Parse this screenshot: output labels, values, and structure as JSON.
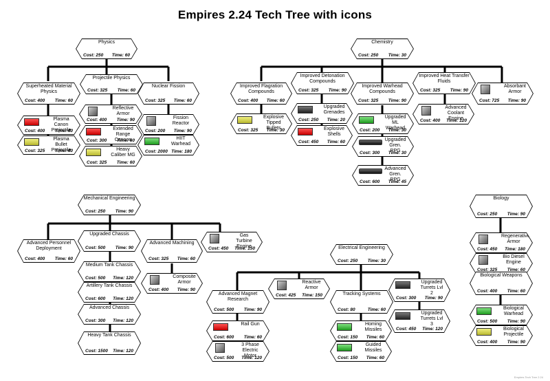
{
  "title": "Empires 2.24 Tech Tree with icons",
  "labels": {
    "cost": "Cost:",
    "time": "Time:"
  },
  "colors": {
    "red": "#dd1111",
    "yellow": "#d8d860",
    "green": "#33bb33"
  },
  "nodes": [
    {
      "id": "physics",
      "name": "Physics",
      "cost": "250",
      "time": "60"
    },
    {
      "id": "projectile-physics",
      "name": "Projectile Physics",
      "cost": "325",
      "time": "60"
    },
    {
      "id": "superheated-material-physics",
      "name": "Superheated Material Physics",
      "cost": "400",
      "time": "60"
    },
    {
      "id": "nuclear-fission",
      "name": "Nuclear Fission",
      "cost": "325",
      "time": "60"
    },
    {
      "id": "plasma-cannon-projectile",
      "name": "Plasma Canon Projectile",
      "cost": "400",
      "time": "60",
      "icon": "red"
    },
    {
      "id": "plasma-bullet-projectile",
      "name": "Plasma Bullet Projectile",
      "cost": "325",
      "time": "60",
      "icon": "yellow"
    },
    {
      "id": "reflective-armor",
      "name": "Reflective Armor",
      "cost": "400",
      "time": "90",
      "icon": "gray"
    },
    {
      "id": "extended-range-cannon",
      "name": "Extended Range Cannon",
      "cost": "300",
      "time": "60",
      "icon": "red"
    },
    {
      "id": "heavy-caliber-mg",
      "name": "Heavy Caliber MG",
      "cost": "325",
      "time": "60",
      "icon": "yellow"
    },
    {
      "id": "fission-reactor",
      "name": "Fission Reactor",
      "cost": "200",
      "time": "90",
      "icon": "gray"
    },
    {
      "id": "hiit-warhead",
      "name": "HIIT Warhead",
      "cost": "2000",
      "time": "180",
      "icon": "green"
    },
    {
      "id": "chemistry",
      "name": "Chemistry",
      "cost": "250",
      "time": "30"
    },
    {
      "id": "improved-flagration-compounds",
      "name": "Improved Flagration Compounds",
      "cost": "400",
      "time": "60"
    },
    {
      "id": "improved-detonation-compounds",
      "name": "Improved Detonation Compounds",
      "cost": "325",
      "time": "90"
    },
    {
      "id": "improved-warhead-compounds",
      "name": "Improved Warhead Compounds",
      "cost": "325",
      "time": "90"
    },
    {
      "id": "improved-heat-transfer-fluids",
      "name": "Improved Heat Transfer Fluids",
      "cost": "325",
      "time": "90"
    },
    {
      "id": "absorbant-armor",
      "name": "Absorbant Armor",
      "cost": "725",
      "time": "90",
      "icon": "gray"
    },
    {
      "id": "explosive-tipped-bullets",
      "name": "Explosive Tipped Bullets",
      "cost": "325",
      "time": "30",
      "icon": "yellow"
    },
    {
      "id": "upgraded-grenades",
      "name": "Upgraded Grenades",
      "cost": "250",
      "time": "20",
      "icon": "dark"
    },
    {
      "id": "explosive-shells",
      "name": "Explosive Shells",
      "cost": "450",
      "time": "60",
      "icon": "red"
    },
    {
      "id": "upgraded-ml-warhead",
      "name": "Upgraded ML Warhead",
      "cost": "200",
      "time": "30",
      "icon": "green"
    },
    {
      "id": "upgraded-gren-rpg",
      "name": "Upgraded Gren. RPG",
      "cost": "300",
      "time": "30",
      "icon": "launcher"
    },
    {
      "id": "advanced-gren-rpg",
      "name": "Advanced Gren. RPG",
      "cost": "600",
      "time": "45",
      "icon": "launcher"
    },
    {
      "id": "advanced-coolant-engine",
      "name": "Advanced Coolant Engine",
      "cost": "400",
      "time": "120",
      "icon": "gray"
    },
    {
      "id": "mechanical-engineering",
      "name": "Mechanical Engineering",
      "cost": "250",
      "time": "90"
    },
    {
      "id": "advanced-personnel-deployment",
      "name": "Advanced Personnel Deployment",
      "cost": "400",
      "time": "60"
    },
    {
      "id": "upgraded-chassis",
      "name": "Upgraded Chassis",
      "cost": "500",
      "time": "90"
    },
    {
      "id": "advanced-machining",
      "name": "Advanced Machining",
      "cost": "325",
      "time": "60"
    },
    {
      "id": "gas-turbine-engine",
      "name": "Gas Turbine Engine",
      "cost": "450",
      "time": "150",
      "icon": "gray"
    },
    {
      "id": "medium-tank-chassis",
      "name": "Medium Tank Chassis",
      "cost": "500",
      "time": "120"
    },
    {
      "id": "artillery-tank-chassis",
      "name": "Artillery Tank Chassis",
      "cost": "600",
      "time": "120"
    },
    {
      "id": "advanced-chassis",
      "name": "Advanced Chassis",
      "cost": "300",
      "time": "120"
    },
    {
      "id": "heavy-tank-chassis",
      "name": "Heavy Tank Chassis",
      "cost": "1500",
      "time": "120"
    },
    {
      "id": "composite-armor",
      "name": "Composite Armor",
      "cost": "400",
      "time": "90",
      "icon": "gray"
    },
    {
      "id": "electrical-engineering",
      "name": "Electrical Engineering",
      "cost": "250",
      "time": "30"
    },
    {
      "id": "advanced-magnet-research",
      "name": "Advanced Magnet Research",
      "cost": "500",
      "time": "90"
    },
    {
      "id": "reactive-armor",
      "name": "Reactive Armor",
      "cost": "425",
      "time": "150",
      "icon": "gray"
    },
    {
      "id": "tracking-systems",
      "name": "Tracking Systems",
      "cost": "80",
      "time": "60"
    },
    {
      "id": "upgraded-turrets-lvl-2",
      "name": "Upgraded Turrets Lvl 2",
      "cost": "300",
      "time": "90",
      "icon": "dark"
    },
    {
      "id": "upgraded-turrets-lvl-3",
      "name": "Upgraded Turrets Lvl 3",
      "cost": "450",
      "time": "120",
      "icon": "dark"
    },
    {
      "id": "rail-gun",
      "name": "Rail Gun",
      "cost": "600",
      "time": "60",
      "icon": "red"
    },
    {
      "id": "3-phase-electric-motor",
      "name": "3 Phase Electric Motor",
      "cost": "500",
      "time": "120",
      "icon": "gray"
    },
    {
      "id": "homing-missiles",
      "name": "Homing Missiles",
      "cost": "150",
      "time": "60",
      "icon": "green"
    },
    {
      "id": "guided-missiles",
      "name": "Guided Missiles",
      "cost": "150",
      "time": "60",
      "icon": "green"
    },
    {
      "id": "biology",
      "name": "Biology",
      "cost": "250",
      "time": "90"
    },
    {
      "id": "regenerative-armor",
      "name": "Regenerative Armor",
      "cost": "450",
      "time": "180",
      "icon": "gray"
    },
    {
      "id": "bio-diesel-engine",
      "name": "Bio Diesel Engine",
      "cost": "325",
      "time": "60",
      "icon": "gray"
    },
    {
      "id": "biological-weapons",
      "name": "Biological Weapons",
      "cost": "400",
      "time": "60"
    },
    {
      "id": "biological-warhead",
      "name": "Biological Warhead",
      "cost": "500",
      "time": "90",
      "icon": "green"
    },
    {
      "id": "biological-projectile",
      "name": "Biological Projectile",
      "cost": "400",
      "time": "90",
      "icon": "yellow"
    }
  ],
  "footer": "Empires Tech Tree 2.24"
}
